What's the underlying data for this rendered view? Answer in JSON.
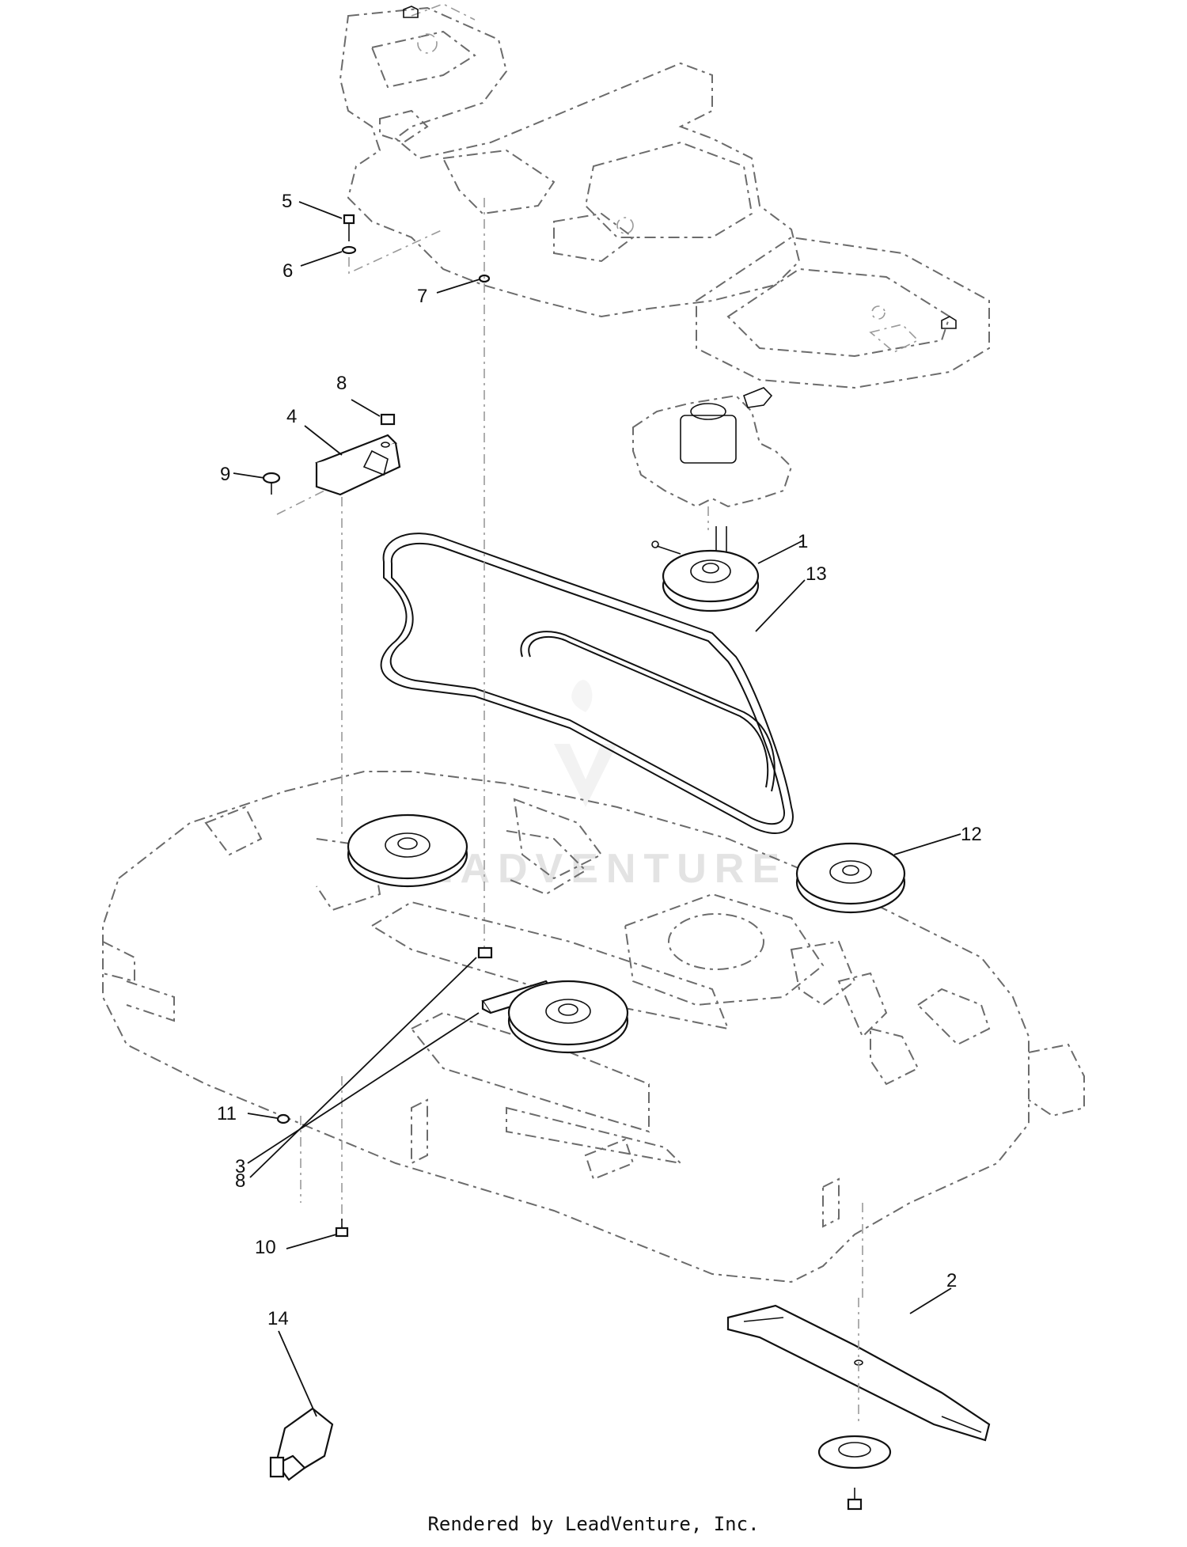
{
  "watermark": "LEADVENTURE",
  "footer": "Rendered by LeadVenture, Inc.",
  "callouts": {
    "c1": "1",
    "c2": "2",
    "c3": "3",
    "c4": "4",
    "c5": "5",
    "c6": "6",
    "c7": "7",
    "c8a": "8",
    "c8b": "8",
    "c9": "9",
    "c10": "10",
    "c11": "11",
    "c12": "12",
    "c13": "13",
    "c14": "14"
  }
}
